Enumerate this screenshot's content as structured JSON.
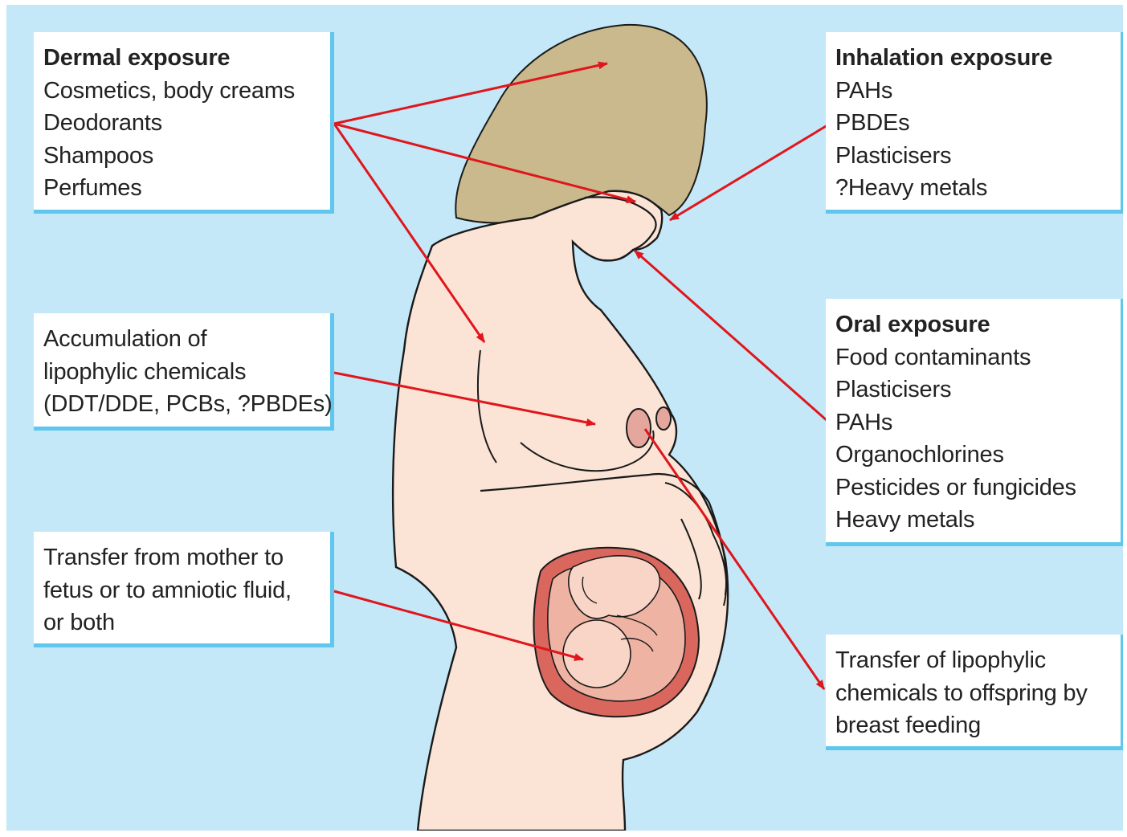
{
  "colors": {
    "background": "#c4e8f7",
    "box_shadow": "#5fc7ee",
    "skin": "#fbe4d6",
    "hair": "#c9b98d",
    "outline": "#1a1a1a",
    "arrow": "#e0161d",
    "uterus": "#d9675e",
    "areola": "#e5a79d"
  },
  "boxes": {
    "dermal": {
      "title": "Dermal exposure",
      "items": [
        "Cosmetics, body creams",
        "Deodorants",
        "Shampoos",
        "Perfumes"
      ]
    },
    "inhalation": {
      "title": "Inhalation exposure",
      "items": [
        "PAHs",
        "PBDEs",
        "Plasticisers",
        "?Heavy metals"
      ]
    },
    "oral": {
      "title": "Oral exposure",
      "items": [
        "Food contaminants",
        "Plasticisers",
        "PAHs",
        "Organochlorines",
        "Pesticides or fungicides",
        "Heavy metals"
      ]
    },
    "accumulation": {
      "lines": [
        "Accumulation of",
        "lipophylic chemicals",
        "(DDT/DDE, PCBs, ?PBDEs)"
      ]
    },
    "transfer_fetus": {
      "lines": [
        "Transfer from mother to",
        "fetus or to amniotic fluid,",
        "or both"
      ]
    },
    "breast_feeding": {
      "lines": [
        "Transfer of lipophylic",
        "chemicals to offspring by",
        "breast feeding"
      ]
    }
  },
  "icons": {
    "figure": "pregnant-woman-illustration",
    "fetus": "fetus-illustration",
    "arrows": "exposure-route-arrows"
  }
}
